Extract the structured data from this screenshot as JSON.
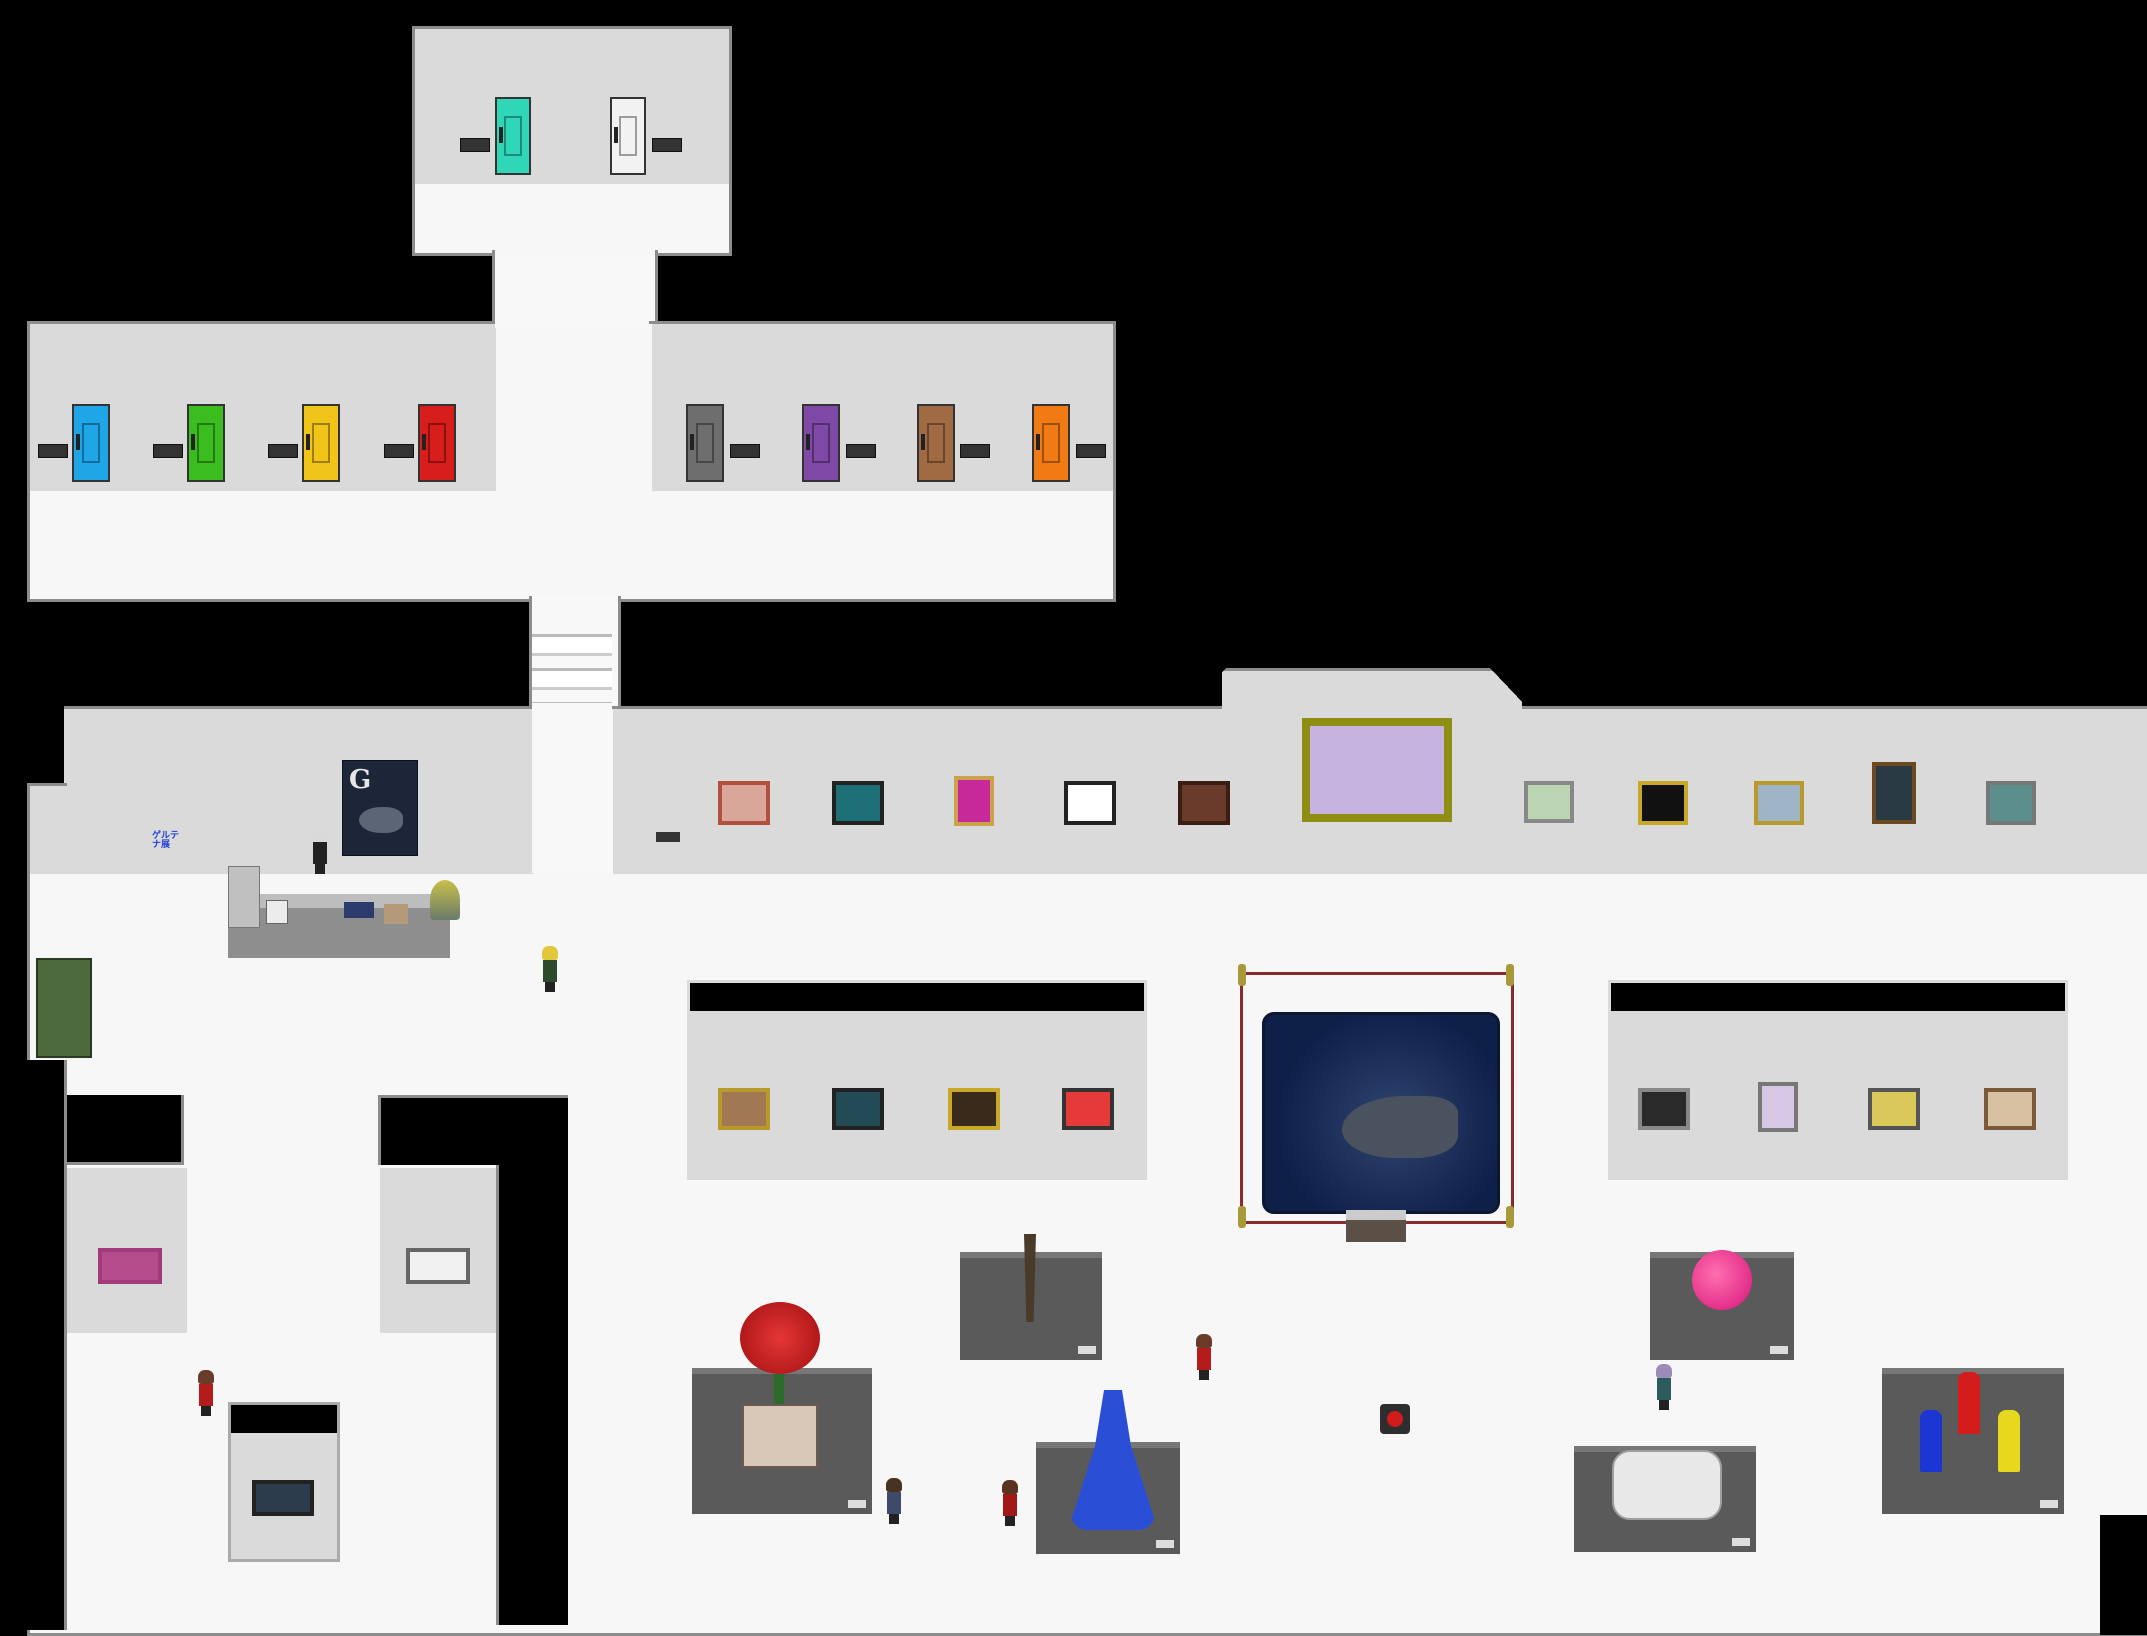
{
  "scene": {
    "title": "",
    "colors": {
      "background": "#000000",
      "floor": "#f8f8f8",
      "wall": "#dadada",
      "border": "#8c8c8c",
      "frame_gold": "#b8872c"
    },
    "doors": [
      {
        "name": "door-aqua",
        "color": "#2fd6b8"
      },
      {
        "name": "door-white",
        "color": "#f2f2f2"
      },
      {
        "name": "door-blue",
        "color": "#1ea6e6"
      },
      {
        "name": "door-green",
        "color": "#3bbd1f"
      },
      {
        "name": "door-yellow",
        "color": "#f0c419"
      },
      {
        "name": "door-red",
        "color": "#d81d1d"
      },
      {
        "name": "door-gray",
        "color": "#6e6e6e"
      },
      {
        "name": "door-purple",
        "color": "#7f4aa7"
      },
      {
        "name": "door-brown",
        "color": "#a06b43"
      },
      {
        "name": "door-orange",
        "color": "#f27a15"
      }
    ],
    "sign_text": "ゲルテナ展",
    "poster_letter": "G",
    "icons": [
      "rose-icon",
      "fish-painting-icon",
      "statue-icon"
    ]
  }
}
